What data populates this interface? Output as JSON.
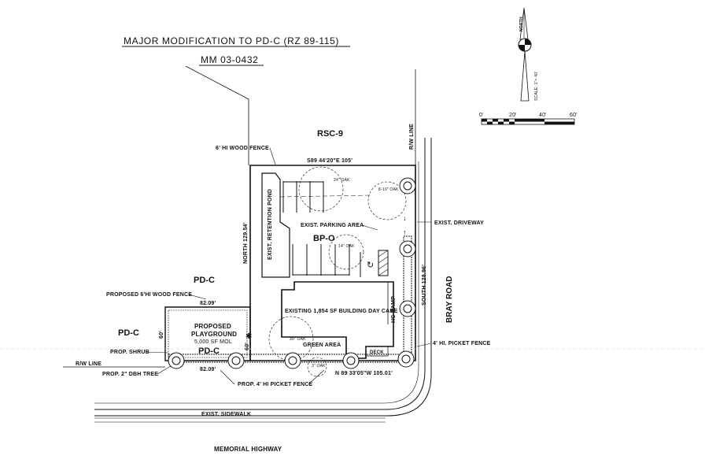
{
  "title": {
    "line1": "MAJOR MODIFICATION TO PD-C (RZ 89-115)",
    "line2": "MM 03-0432"
  },
  "north_arrow": {
    "label": "NORTH",
    "scale_text": "SCALE: 1\"= 40'"
  },
  "scale_bar": {
    "ticks": [
      "0'",
      "20'",
      "40'",
      "60'"
    ]
  },
  "zoning": {
    "rsc9": "RSC-9",
    "bpo": "BP-O",
    "pdc_upper": "PD-C",
    "pdc_left": "PD-C",
    "pdc_playground": "PD-C"
  },
  "labels": {
    "wood_fence_top": "6' HI WOOD FENCE",
    "rw_line_right": "R/W LINE",
    "bearing_top": "S89 44'20\"E 105'",
    "bearing_bottom": "N 89 33'05\"W 105.01'",
    "north_dim": "NORTH 129.54'",
    "south_dim": "SOUTH 128.96'",
    "retention_pond": "EXIST. RETENTION POND",
    "parking_area": "EXIST. PARKING AREA",
    "driveway": "EXIST. DRIVEWAY",
    "building": "EXISTING 1,854 SF BUILDING DAY CARE",
    "hc_ramp": "HC RAMP",
    "deck": "DECK",
    "green_area": "GREEN AREA",
    "picket_fence_right": "4' HI. PICKET FENCE",
    "bray_road": "BRAY ROAD",
    "proposed_wood_fence": "PROPOSED 6'HI WOOD FENCE",
    "dim_82_top": "82.09'",
    "dim_82_bottom": "82.09'",
    "dim_60_left": "60'",
    "dim_60_right": "60'",
    "playground_line1": "PROPOSED",
    "playground_line2": "PLAYGROUND",
    "playground_line3": "5,000 SF MOL",
    "prop_shrub": "PROP. SHRUB",
    "rw_line_left": "R/W LINE",
    "prop_tree": "PROP. 2\" DBH TREE",
    "prop_picket_fence": "PROP. 4' HI PICKET FENCE",
    "sidewalk": "EXIST. SIDEWALK",
    "memorial_highway": "MEMORIAL HIGHWAY",
    "tree1": "24\" OAK",
    "tree2": "8-10\" OAK",
    "tree3": "14\" OAK",
    "tree4": "30\" OAK",
    "tree5": "3\" OAK"
  },
  "colors": {
    "ink": "#111111",
    "paper": "#ffffff"
  }
}
